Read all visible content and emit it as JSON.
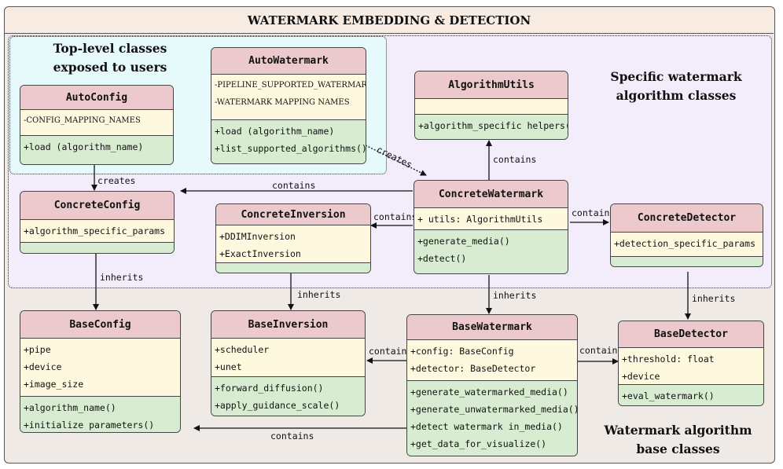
{
  "title": "WATERMARK EMBEDDING & DETECTION",
  "regions": {
    "top_level_line1": "Top-level classes",
    "top_level_line2": "exposed to users",
    "specific_line1": "Specific watermark",
    "specific_line2": "algorithm classes",
    "base_line1": "Watermark algorithm",
    "base_line2": "base classes"
  },
  "classes": {
    "auto_config": {
      "name": "AutoConfig",
      "attrs": [
        "-CONFIG_MAPPING_NAMES"
      ],
      "methods": [
        "+load (algorithm_name)"
      ]
    },
    "auto_watermark": {
      "name": "AutoWatermark",
      "attrs": [
        "-PIPELINE_SUPPORTED_WATERMARKS",
        "-WATERMARK MAPPING NAMES"
      ],
      "methods": [
        "+load (algorithm_name)",
        "+list_supported_algorithms()"
      ]
    },
    "algorithm_utils": {
      "name": "AlgorithmUtils",
      "attrs": [],
      "methods": [
        "+algorithm_specific helpers()"
      ]
    },
    "concrete_config": {
      "name": "ConcreteConfig",
      "attrs": [
        "+algorithm_specific_params"
      ],
      "methods": []
    },
    "concrete_inversion": {
      "name": "ConcreteInversion",
      "attrs": [
        "+DDIMInversion",
        "+ExactInversion"
      ],
      "methods": []
    },
    "concrete_watermark": {
      "name": "ConcreteWatermark",
      "attrs": [
        "+ utils: AlgorithmUtils"
      ],
      "methods": [
        "+generate_media()",
        "+detect()"
      ]
    },
    "concrete_detector": {
      "name": "ConcreteDetector",
      "attrs": [
        "+detection_specific_params"
      ],
      "methods": []
    },
    "base_config": {
      "name": "BaseConfig",
      "attrs": [
        "+pipe",
        "+device",
        "+image_size"
      ],
      "methods": [
        "+algorithm_name()",
        "+initialize parameters()"
      ]
    },
    "base_inversion": {
      "name": "BaseInversion",
      "attrs": [
        "+scheduler",
        "+unet"
      ],
      "methods": [
        "+forward_diffusion()",
        "+apply_guidance_scale()"
      ]
    },
    "base_watermark": {
      "name": "BaseWatermark",
      "attrs": [
        "+config: BaseConfig",
        "+detector: BaseDetector"
      ],
      "methods": [
        "+generate_watermarked_media()",
        "+generate_unwatermarked_media()",
        "+detect watermark in_media()",
        "+get_data_for_visualize()"
      ]
    },
    "base_detector": {
      "name": "BaseDetector",
      "attrs": [
        "+threshold: float",
        "+device"
      ],
      "methods": [
        "+eval_watermark()"
      ]
    }
  },
  "relations": {
    "creates_autoconfig": "creates",
    "creates_autowatermark": "creates",
    "contains_algorithm_utils": "contains",
    "contains_config": "contains",
    "contains_inversion": "contains",
    "contains_detector": "contains",
    "inherits_config": "inherits",
    "inherits_inversion": "inherits",
    "inherits_watermark": "inherits",
    "inherits_detector": "inherits",
    "contains_base_inversion": "contains",
    "contains_base_detector": "contains",
    "contains_base_config": "contains"
  }
}
